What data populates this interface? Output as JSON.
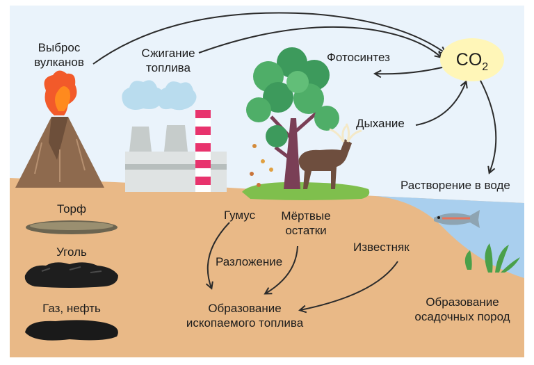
{
  "co2": {
    "text": "CO",
    "subscript": "2"
  },
  "labels": {
    "volcano": "Выброс вулканов",
    "combustion": "Сжигание топлива",
    "photosynthesis": "Фотосинтез",
    "respiration": "Дыхание",
    "dissolution": "Растворение в воде",
    "peat": "Торф",
    "coal": "Уголь",
    "gas_oil": "Газ, нефть",
    "humus": "Гумус",
    "dead_remains": "Мёртвые остатки",
    "decomposition": "Разложение",
    "limestone": "Известняк",
    "fossil_fuel_formation": "Образование ископаемого топлива",
    "sediment_formation": "Образование осадочных пород"
  },
  "colors": {
    "sky": "#eaf3fb",
    "ground": "#e9b987",
    "water": "#a9cfee",
    "grass": "#7fbf4d",
    "co2_bubble": "#fff6b8",
    "arrow": "#2b2b2b"
  },
  "icons": [
    "volcano-icon",
    "power-plant-icon",
    "tree-icon",
    "deer-icon",
    "fish-icon",
    "seaweed-icon",
    "peat-icon",
    "coal-icon",
    "oil-icon"
  ]
}
